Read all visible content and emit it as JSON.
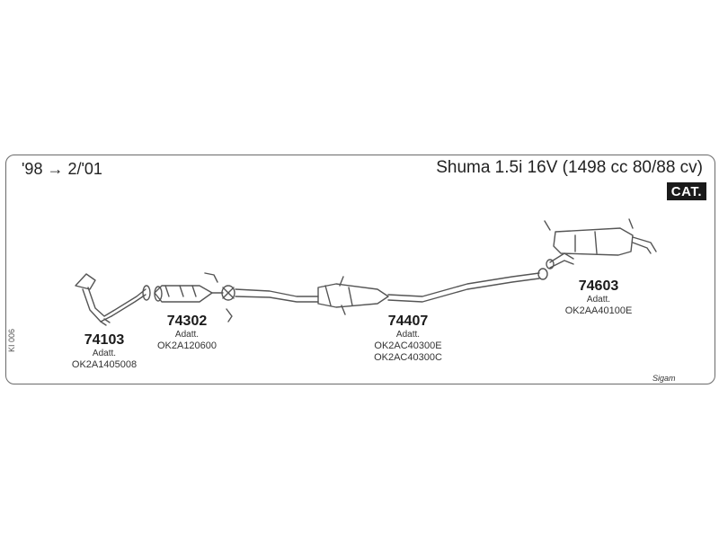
{
  "header": {
    "period": "'98 → 2/'01",
    "model": "Shuma 1.5i 16V (1498 cc 80/88 cv)",
    "badge": "CAT."
  },
  "side_ref": "KI 006",
  "brand": "Sigam",
  "parts": [
    {
      "id": "74103",
      "note": "Adatt.",
      "codes": [
        "OK2A1405008"
      ]
    },
    {
      "id": "74302",
      "note": "Adatt.",
      "codes": [
        "OK2A120600"
      ]
    },
    {
      "id": "74407",
      "note": "Adatt.",
      "codes": [
        "OK2AC40300E",
        "OK2AC40300C"
      ]
    },
    {
      "id": "74603",
      "note": "Adatt.",
      "codes": [
        "OK2AA40100E"
      ]
    }
  ],
  "colors": {
    "line": "#555555",
    "frame": "#6a6a6a",
    "badge_bg": "#1a1a1a"
  }
}
